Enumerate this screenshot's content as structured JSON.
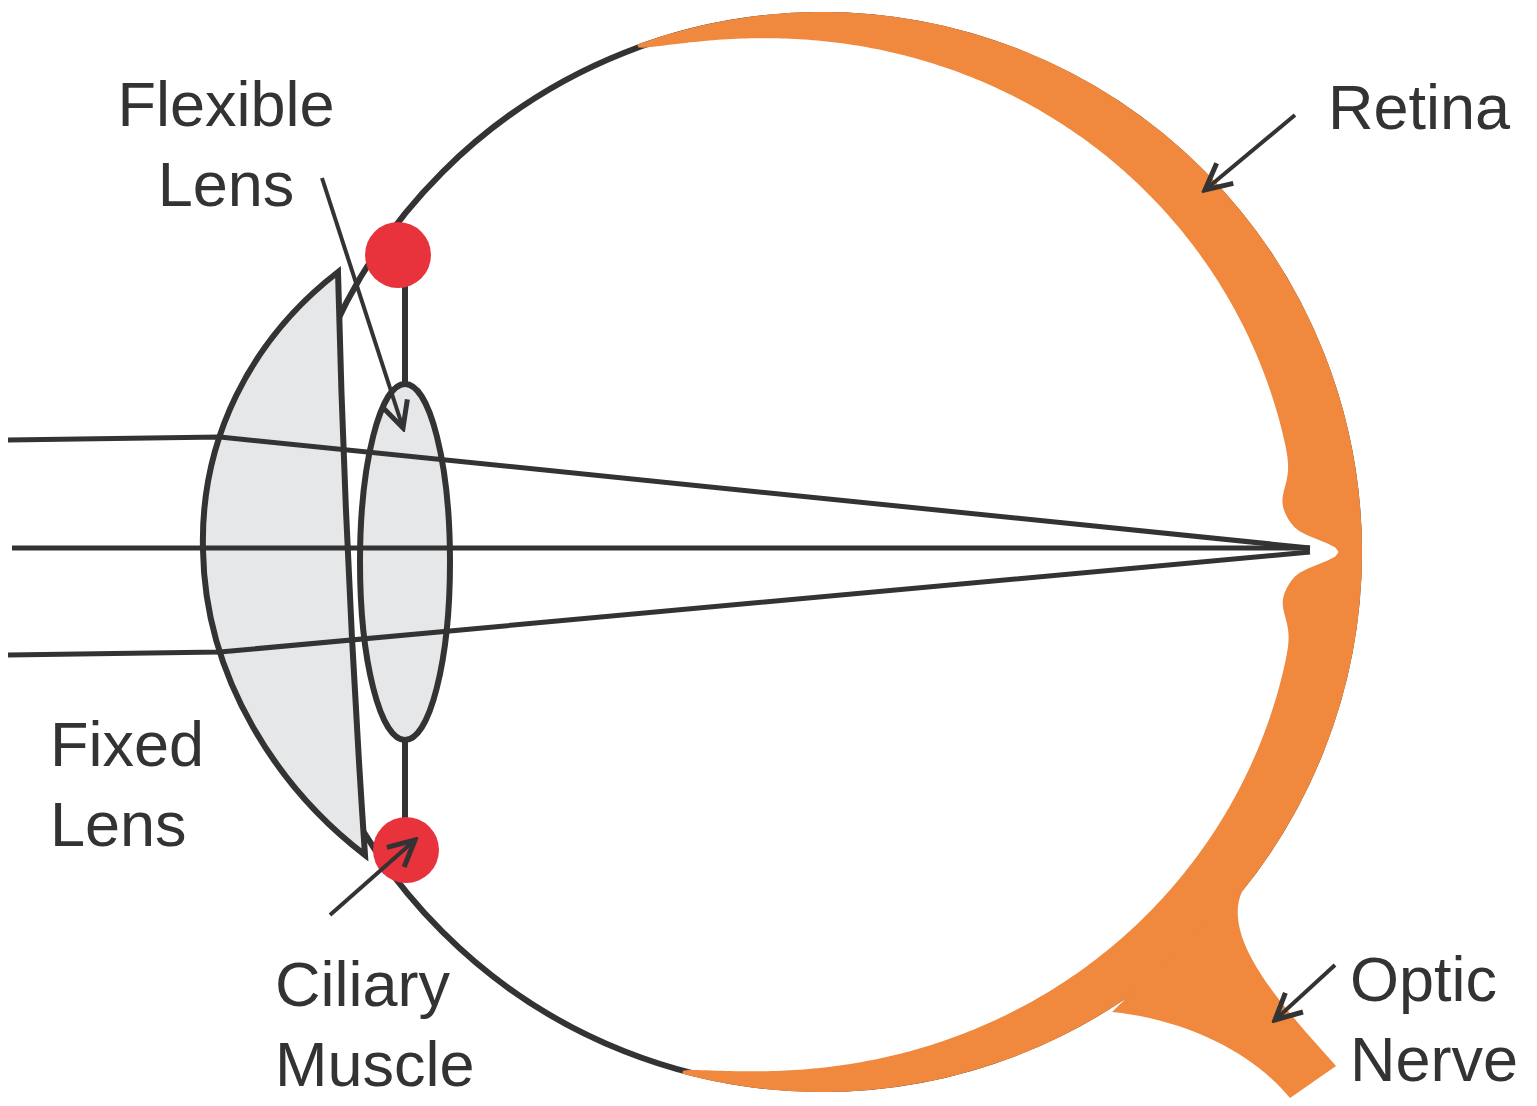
{
  "diagram": {
    "labels": [
      "Flexible Lens",
      "Retina",
      "Fixed Lens",
      "Ciliary Muscle",
      "Optic Nerve"
    ]
  }
}
